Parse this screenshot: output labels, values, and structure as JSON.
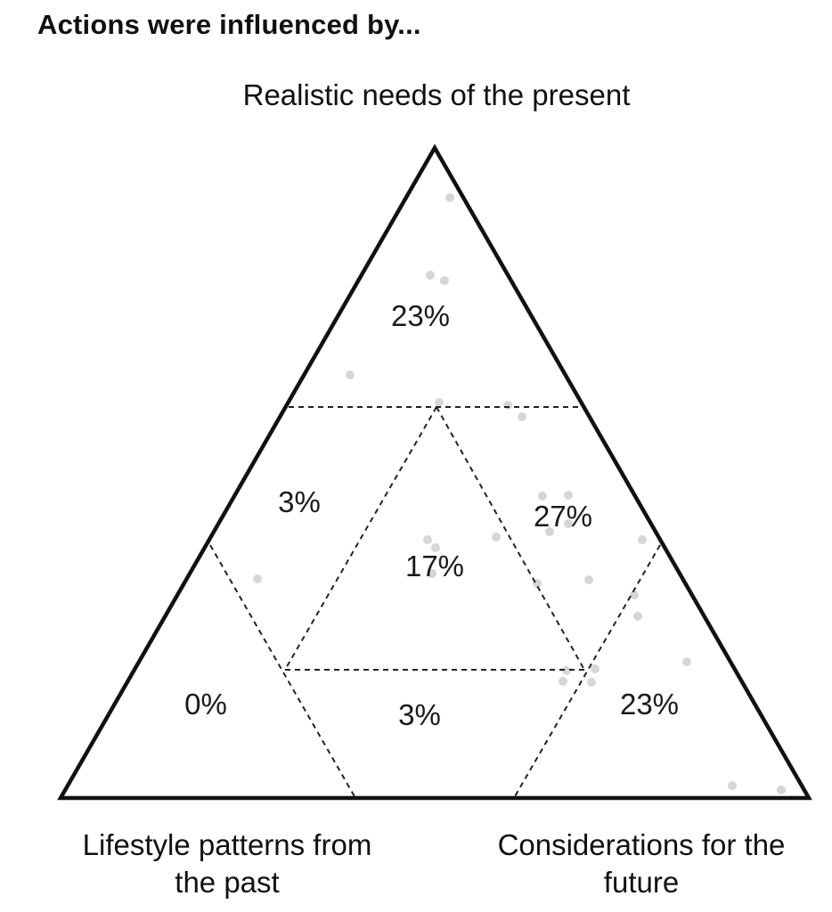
{
  "title": "Actions were influenced by...",
  "vertices": {
    "top": "Realistic needs of the present",
    "left": [
      "Lifestyle patterns from",
      "the past"
    ],
    "right": [
      "Considerations for the",
      "future"
    ]
  },
  "regions": {
    "top": "23%",
    "upper_left": "3%",
    "upper_right": "27%",
    "center": "17%",
    "bottom_left": "0%",
    "bottom_middle": "3%",
    "bottom_right": "23%"
  },
  "colors": {
    "outline": "#111111",
    "dashed": "#222222",
    "points": "#d6d6d6"
  }
}
